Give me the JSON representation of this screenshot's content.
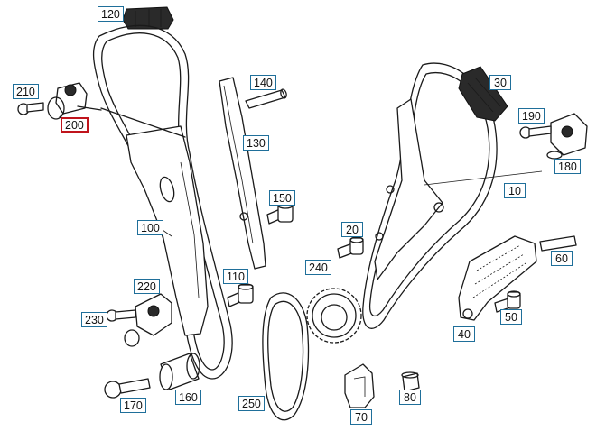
{
  "callouts": {
    "p10": "10",
    "p20": "20",
    "p30": "30",
    "p40": "40",
    "p50": "50",
    "p60": "60",
    "p70": "70",
    "p80": "80",
    "p100": "100",
    "p110": "110",
    "p120": "120",
    "p130": "130",
    "p140": "140",
    "p150": "150",
    "p160": "160",
    "p170": "170",
    "p180": "180",
    "p190": "190",
    "p200": "200",
    "p210": "210",
    "p220": "220",
    "p230": "230",
    "p240": "240",
    "p250": "250"
  },
  "colors": {
    "callout_border": "#1f6f9a",
    "selected_border": "#c0141c",
    "line": "#1a1a1a"
  },
  "selected_part": "200"
}
